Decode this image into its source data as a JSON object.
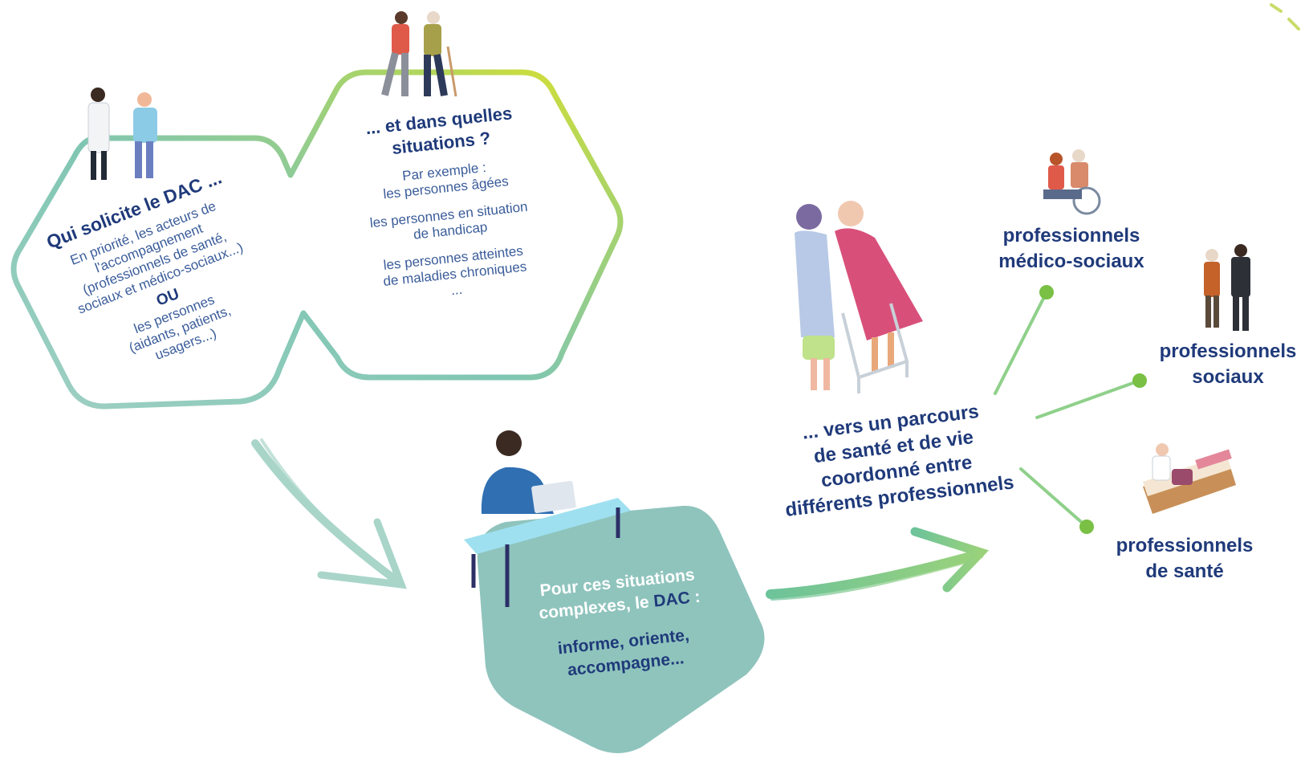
{
  "left_hex": {
    "title": "Qui solicite le DAC ...",
    "line1": "En priorité, les acteurs de",
    "line2": "l'accompagnement",
    "line3": "(professionnels de santé,",
    "line4": "sociaux et médico-sociaux...)",
    "or_label": "OU",
    "line5": "les personnes",
    "line6": "(aidants, patients,",
    "line7": "usagers...)"
  },
  "right_hex": {
    "title_line1": "... et dans quelles",
    "title_line2": "situations ?",
    "ex_line1": "Par exemple :",
    "ex_line2": "les personnes âgées",
    "ex_line3": "les personnes en situation",
    "ex_line4": "de handicap",
    "ex_line5": "les personnes atteintes",
    "ex_line6": "de maladies chroniques",
    "ex_line7": "..."
  },
  "center_hex": {
    "line1": "Pour ces situations",
    "line2_prefix": "complexes, le",
    "line2_bold": "DAC",
    "line2_suffix": ":",
    "line3": "informe, oriente,",
    "line4": "accompagne..."
  },
  "parcours": {
    "line1": "... vers un parcours",
    "line2": "de santé et de vie",
    "line3": "coordonné entre",
    "line4": "différents professionnels"
  },
  "professionals": {
    "medico_line1": "professionnels",
    "medico_line2": "médico-sociaux",
    "sociaux_line1": "professionnels",
    "sociaux_line2": "sociaux",
    "sante_line1": "professionnels",
    "sante_line2": "de santé"
  },
  "colors": {
    "navy": "#1f3a7a",
    "teal": "#8cc6bd",
    "center_fill": "#8fc4bd",
    "green_dot": "#79c044",
    "hex_gradient_start": "#8ccbbf",
    "hex_gradient_end": "#d6dc2a"
  }
}
